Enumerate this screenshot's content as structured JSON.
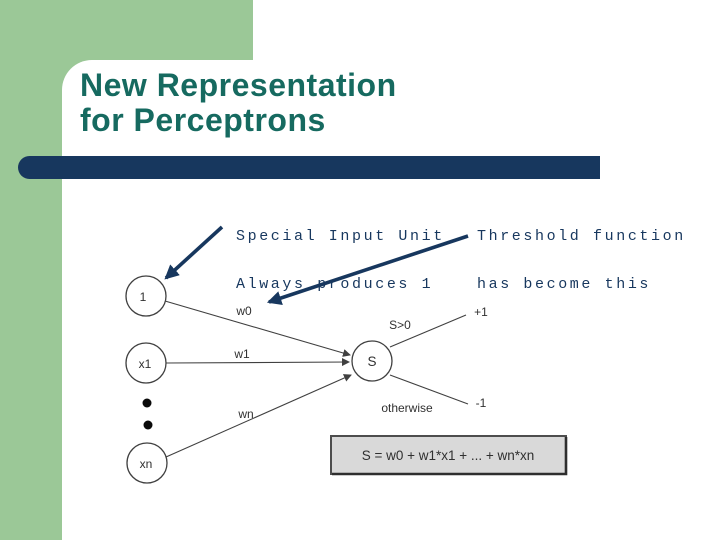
{
  "slide": {
    "title_line1": "New Representation",
    "title_line2": "for Perceptrons"
  },
  "annotations": {
    "special_input": {
      "line1": "Special Input Unit",
      "line2": "Always produces 1"
    },
    "threshold": {
      "line1": "Threshold function",
      "line2": "has become this"
    }
  },
  "diagram": {
    "node_bias": "1",
    "node_x1": "x1",
    "node_xn": "xn",
    "node_sum": "S",
    "weight_w0": "w0",
    "weight_w1": "w1",
    "weight_wn": "wn",
    "cond_positive": "S>0",
    "out_positive": "+1",
    "cond_negative": "otherwise",
    "out_negative": "-1",
    "formula": "S = w0 + w1*x1 + ... + wn*xn"
  },
  "colors": {
    "accent_green": "#9bc897",
    "accent_navy": "#17375e",
    "title_teal": "#166a60",
    "formula_fill": "#d9d9d9"
  }
}
